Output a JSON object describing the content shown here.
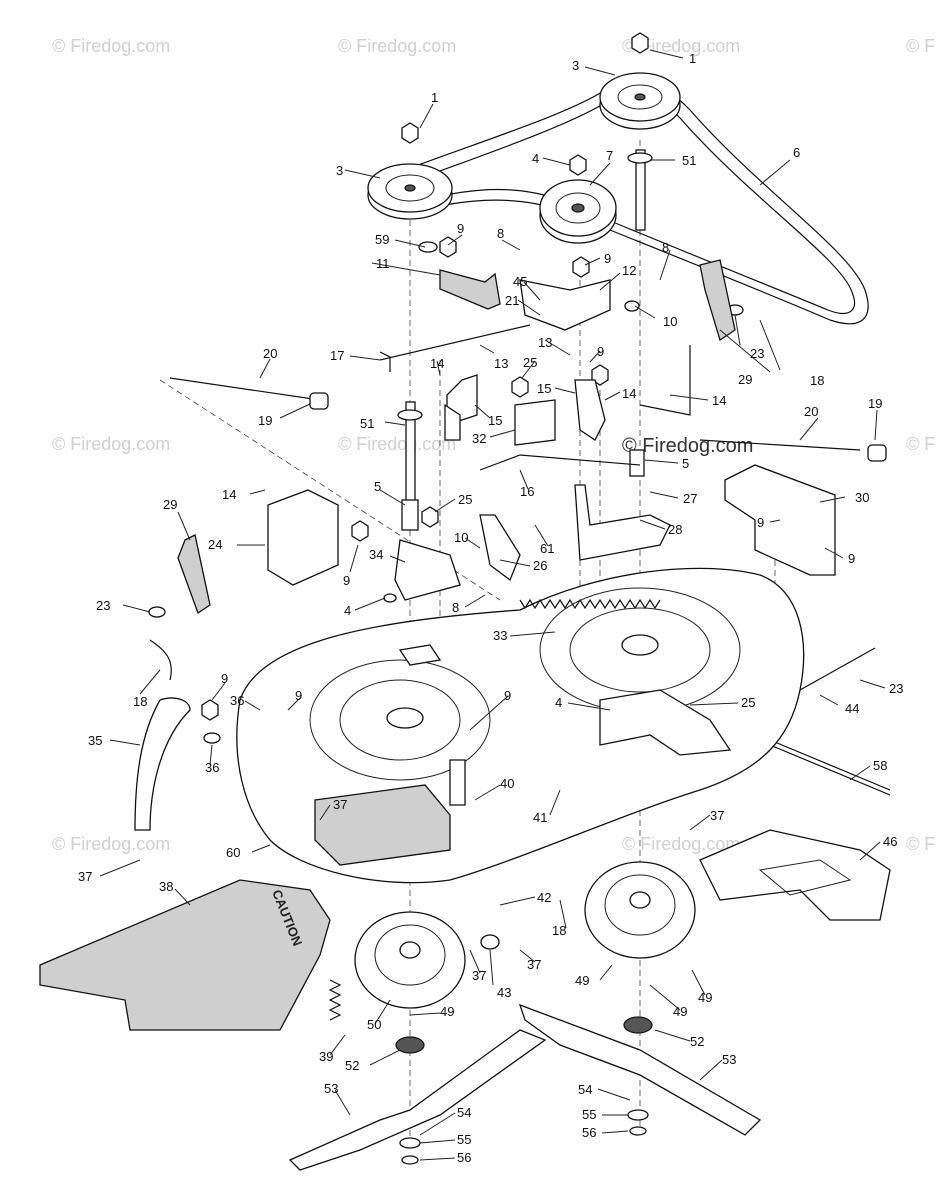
{
  "watermarks": {
    "text": "© Firedog.com",
    "bold_text": "© Firedog.com",
    "partial_text": "© F"
  },
  "caution_label": "CAUTION",
  "callouts": {
    "c1a": "1",
    "c1b": "1",
    "c3a": "3",
    "c3b": "3",
    "c4a": "4",
    "c4b": "4",
    "c4c": "4",
    "c5a": "5",
    "c5b": "5",
    "c6": "6",
    "c7": "7",
    "c8a": "8",
    "c8b": "8",
    "c8c": "8",
    "c9a": "9",
    "c9b": "9",
    "c9c": "9",
    "c9d": "9",
    "c9e": "9",
    "c9f": "9",
    "c9g": "9",
    "c9h": "9",
    "c9i": "9",
    "c10a": "10",
    "c10b": "10",
    "c11": "11",
    "c12": "12",
    "c13a": "13",
    "c13b": "13",
    "c14a": "14",
    "c14b": "14",
    "c14c": "14",
    "c14d": "14",
    "c15a": "15",
    "c15b": "15",
    "c16": "16",
    "c17": "17",
    "c18a": "18",
    "c18b": "18",
    "c18c": "18",
    "c19a": "19",
    "c19b": "19",
    "c20a": "20",
    "c20b": "20",
    "c21": "21",
    "c23a": "23",
    "c23b": "23",
    "c23c": "23",
    "c24": "24",
    "c25a": "25",
    "c25b": "25",
    "c25c": "25",
    "c26": "26",
    "c27": "27",
    "c28": "28",
    "c29a": "29",
    "c29b": "29",
    "c30": "30",
    "c32": "32",
    "c33": "33",
    "c34": "34",
    "c35": "35",
    "c36a": "36",
    "c36b": "36",
    "c37a": "37",
    "c37b": "37",
    "c37c": "37",
    "c37d": "37",
    "c37e": "37",
    "c38": "38",
    "c39": "39",
    "c40": "40",
    "c41": "41",
    "c42": "42",
    "c43": "43",
    "c44": "44",
    "c45": "45",
    "c46": "46",
    "c49a": "49",
    "c49b": "49",
    "c49c": "49",
    "c49d": "49",
    "c50": "50",
    "c51a": "51",
    "c51b": "51",
    "c52a": "52",
    "c52b": "52",
    "c53a": "53",
    "c53b": "53",
    "c54a": "54",
    "c54b": "54",
    "c55a": "55",
    "c55b": "55",
    "c56a": "56",
    "c56b": "56",
    "c58": "58",
    "c59": "59",
    "c60": "60",
    "c61": "61"
  }
}
